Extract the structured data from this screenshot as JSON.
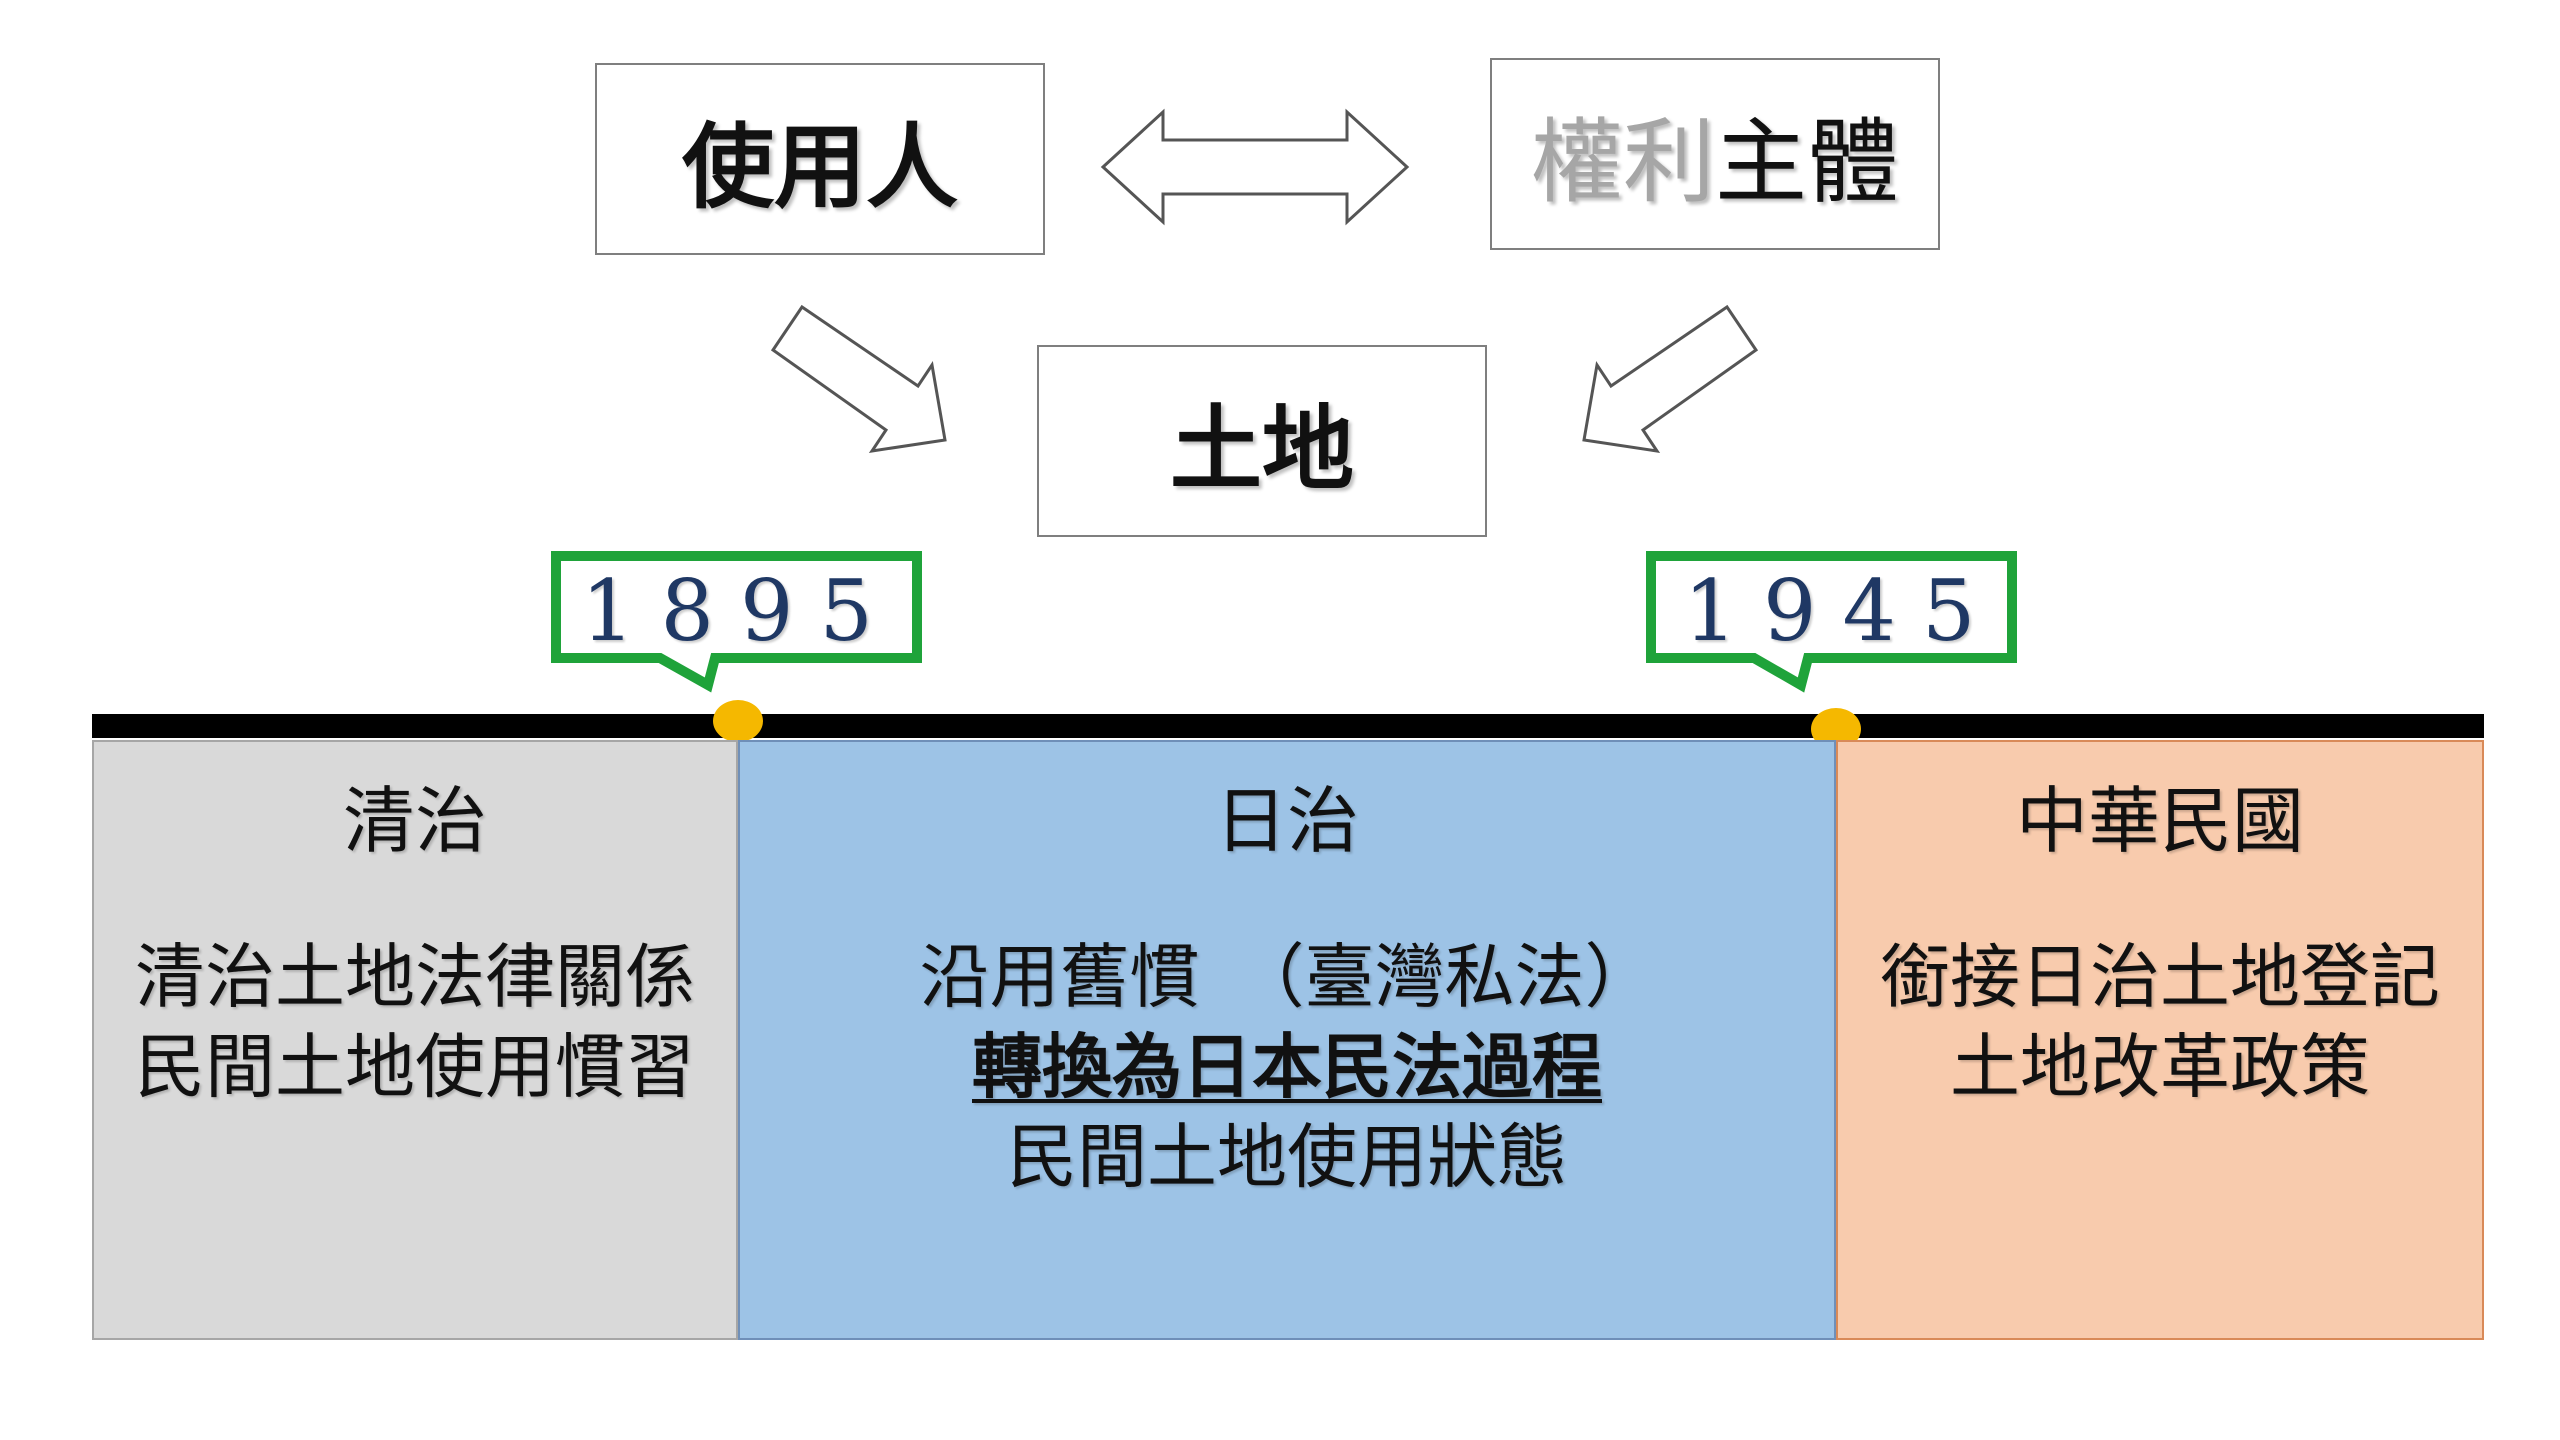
{
  "concept": {
    "user": "使用人",
    "rights_part1": "權利",
    "rights_part2": "主體",
    "land": "土地"
  },
  "timeline": {
    "year1": "1895",
    "year2": "1945",
    "callout_color": "#1fa33a",
    "marker_color": "#f5b800"
  },
  "periods": {
    "qing": {
      "title": "清治",
      "line1": "清治土地法律關係",
      "line2": "民間土地使用慣習",
      "color": "#d9d9d9"
    },
    "japan": {
      "title": "日治",
      "line1": "沿用舊慣　（臺灣私法）",
      "line2": "轉換為日本民法過程",
      "line3": "民間土地使用狀態",
      "color": "#9dc3e6"
    },
    "roc": {
      "title": "中華民國",
      "line1": "銜接日治土地登記",
      "line2": "土地改革政策",
      "color": "#f8cbad"
    }
  }
}
